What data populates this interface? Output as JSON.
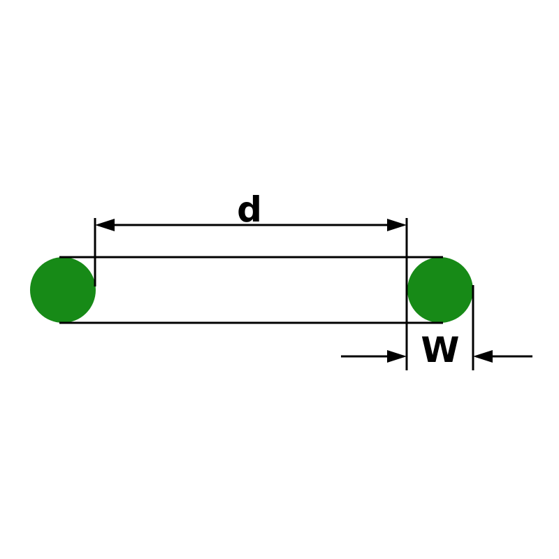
{
  "diagram": {
    "type": "technical-dimension-drawing",
    "subject": "o-ring cross-section with diameter and width dimensions",
    "labels": {
      "inner_diameter": "d",
      "cross_section_width": "W"
    },
    "colors": {
      "oring_fill": "#178a17",
      "line": "#000000",
      "background": "#ffffff"
    }
  }
}
